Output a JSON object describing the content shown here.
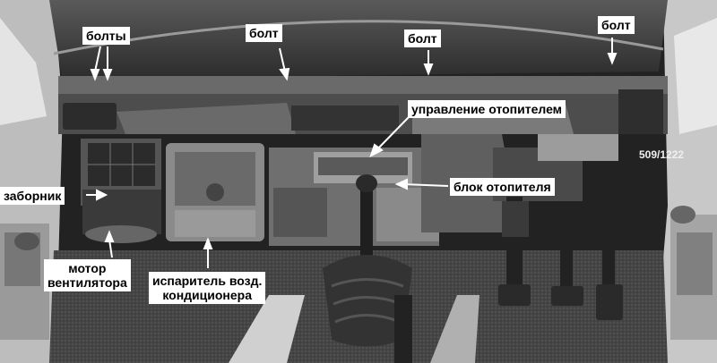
{
  "labels": {
    "bolts": "болты",
    "bolt_1": "болт",
    "bolt_2": "болт",
    "bolt_3": "болт",
    "heater_control": "управление отопителем",
    "heater_unit": "блок отопителя",
    "intake": "заборник",
    "blower_motor_line1": "мотор",
    "blower_motor_line2": "вентилятора",
    "evaporator_line1": "испаритель возд.",
    "evaporator_line2": "кондиционера"
  },
  "figure_code": "509/1222",
  "colors": {
    "label_bg": "#ffffff",
    "label_text": "#000000",
    "arrow": "#ffffff"
  }
}
